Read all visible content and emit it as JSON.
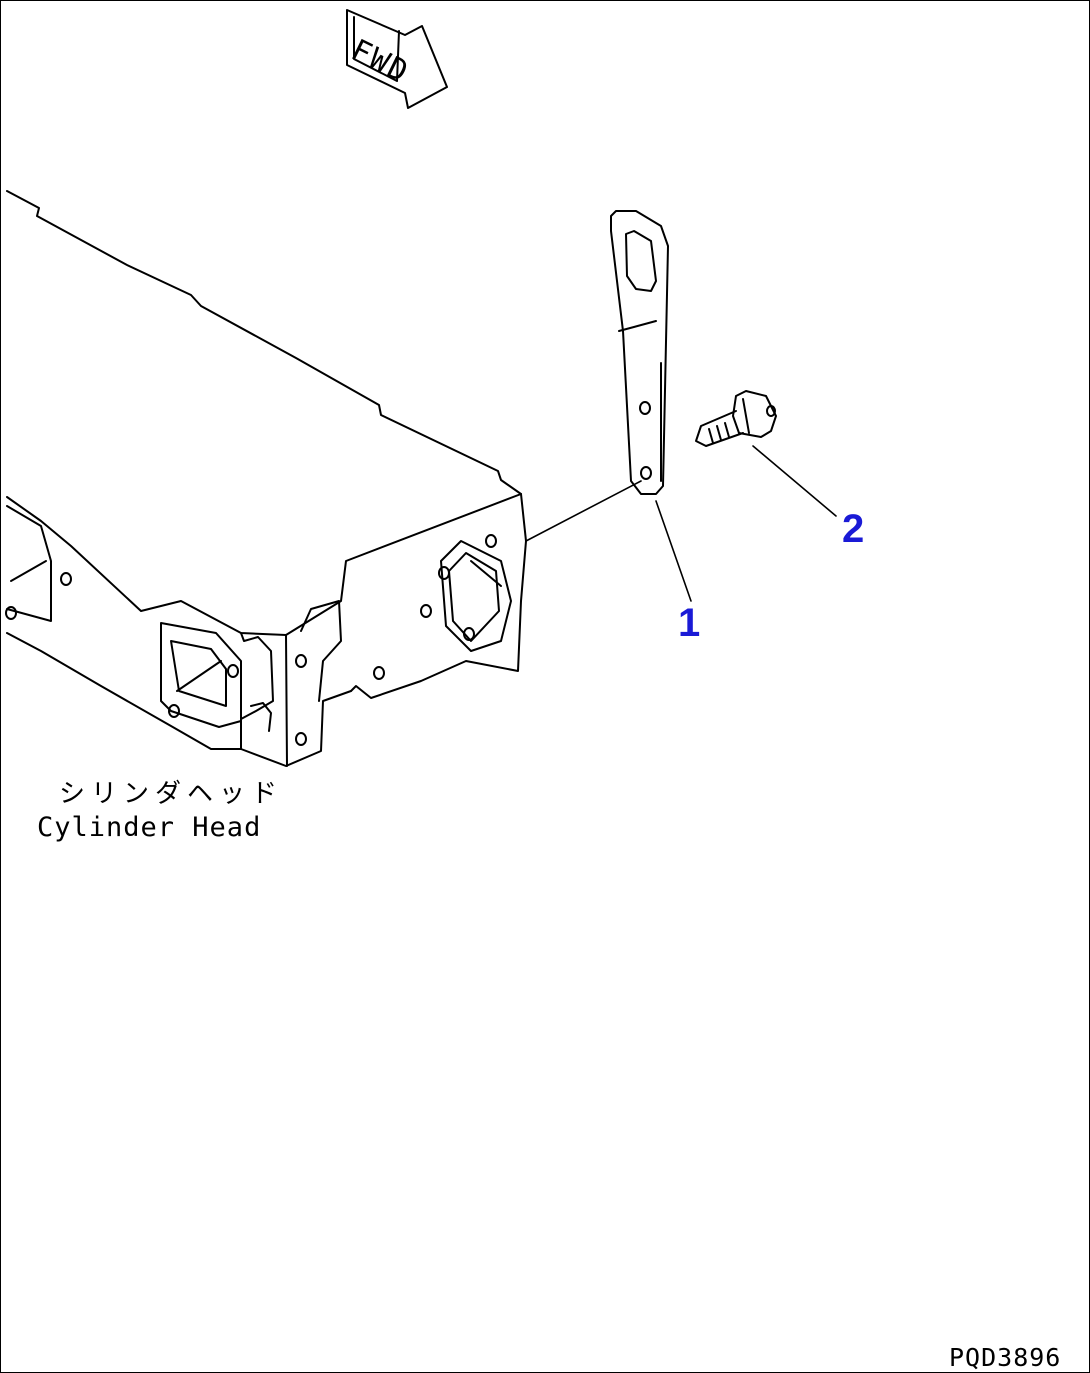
{
  "diagram": {
    "fwd_label": "FWD",
    "part_label_jp": "シリンダヘッド",
    "part_label_en": "Cylinder Head",
    "callouts": [
      "1",
      "2"
    ],
    "drawing_code": "PQD3896",
    "colors": {
      "line": "#000000",
      "callout": "#1a1ad6",
      "background": "#ffffff"
    }
  }
}
